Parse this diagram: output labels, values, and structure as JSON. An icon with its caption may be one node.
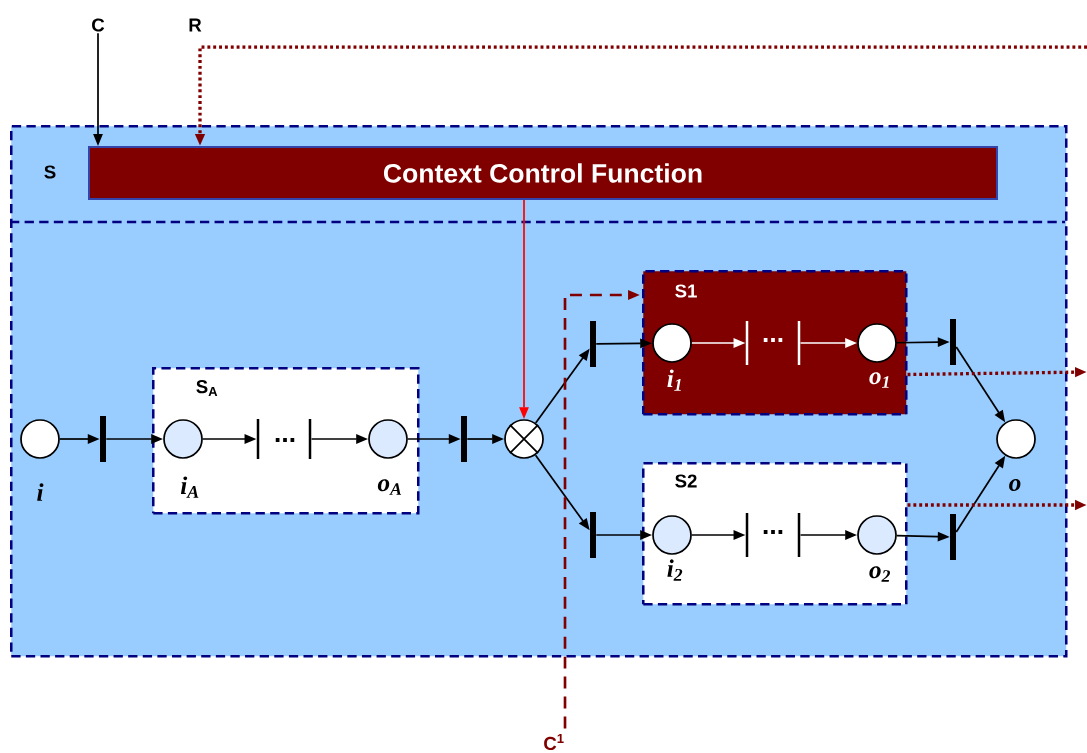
{
  "diagram": {
    "nodes": [
      {
        "text": [
          "S"
        ]
      },
      {
        "text": [
          "Context Control Function"
        ],
        "in": 0
      },
      {
        "text": [
          "S$_{A}$"
        ],
        "in": 0
      },
      {
        "text": [
          "S1"
        ],
        "in": 0
      },
      {
        "text": [
          "S2"
        ],
        "in": 0
      },
      {
        "text": [],
        "shape": "circle",
        "beside": [
          "i"
        ],
        "in": 0
      },
      {
        "text": [],
        "shape": "bar",
        "in": 0
      },
      {
        "text": [],
        "shape": "circle",
        "beside": [
          "i$_{A}$"
        ],
        "in": 2
      },
      {
        "text": [],
        "shape": "bar",
        "in": 2
      },
      {
        "text": [],
        "shape": "bar",
        "in": 2
      },
      {
        "text": [],
        "shape": "circle",
        "beside": [
          "o$_{A}$"
        ],
        "in": 2
      },
      {
        "text": [],
        "shape": "bar",
        "in": 0
      },
      {
        "text": [],
        "shape": "circle",
        "in": 0
      },
      {
        "text": [],
        "shape": "bar",
        "in": 0
      },
      {
        "text": [],
        "shape": "bar",
        "in": 0
      },
      {
        "text": [],
        "shape": "circle",
        "beside": [
          "i$_{1}$"
        ],
        "in": 3
      },
      {
        "text": [],
        "shape": "bar",
        "in": 3
      },
      {
        "text": [],
        "shape": "bar",
        "in": 3
      },
      {
        "text": [],
        "shape": "circle",
        "beside": [
          "o$_{1}$"
        ],
        "in": 3
      },
      {
        "text": [],
        "shape": "circle",
        "beside": [
          "i$_{2}$"
        ],
        "in": 4
      },
      {
        "text": [],
        "shape": "bar",
        "in": 4
      },
      {
        "text": [],
        "shape": "bar",
        "in": 4
      },
      {
        "text": [],
        "shape": "circle",
        "beside": [
          "o$_{2}$"
        ],
        "in": 4
      },
      {
        "text": [],
        "shape": "bar",
        "in": 0
      },
      {
        "text": [],
        "shape": "bar",
        "in": 0
      },
      {
        "text": [],
        "shape": "circle",
        "beside": [
          "o"
        ],
        "in": 0
      },
      {
        "text": [
          "C"
        ]
      },
      {
        "text": [
          "C$^{1}$"
        ]
      }
    ],
    "edges": [
      {
        "from": 26,
        "to": 1,
        "arrow": "to"
      },
      {
        "from": null,
        "to": 1,
        "arrow": "to",
        "label": "R",
        "style": "dashed",
        "color": "#800000"
      },
      {
        "from": 1,
        "to": 12,
        "arrow": "to",
        "color": "#ff0000"
      },
      {
        "from": 5,
        "to": 6,
        "arrow": "to"
      },
      {
        "from": 6,
        "to": 7,
        "arrow": "to"
      },
      {
        "from": 7,
        "to": 8,
        "arrow": "to"
      },
      {
        "from": 9,
        "to": 10,
        "arrow": "to"
      },
      {
        "from": 10,
        "to": 11,
        "arrow": "to"
      },
      {
        "from": 11,
        "to": 12,
        "arrow": "to"
      },
      {
        "from": 12,
        "to": 13,
        "arrow": "to"
      },
      {
        "from": 12,
        "to": 14,
        "arrow": "to"
      },
      {
        "from": 13,
        "to": 15,
        "arrow": "to"
      },
      {
        "from": 14,
        "to": 19,
        "arrow": "to"
      },
      {
        "from": 15,
        "to": 16,
        "arrow": "to",
        "color": "#ffffff"
      },
      {
        "from": 17,
        "to": 18,
        "arrow": "to",
        "color": "#ffffff"
      },
      {
        "from": 19,
        "to": 20,
        "arrow": "to"
      },
      {
        "from": 21,
        "to": 22,
        "arrow": "to"
      },
      {
        "from": 18,
        "to": 23,
        "arrow": "to"
      },
      {
        "from": 22,
        "to": 24,
        "arrow": "to"
      },
      {
        "from": 23,
        "to": 25,
        "arrow": "to"
      },
      {
        "from": 24,
        "to": 25,
        "arrow": "to"
      },
      {
        "from": 3,
        "to": null,
        "arrow": "to",
        "style": "dashed",
        "color": "#800000"
      },
      {
        "from": 4,
        "to": null,
        "arrow": "to",
        "style": "dashed",
        "color": "#800000"
      },
      {
        "from": 27,
        "to": 3,
        "arrow": "to",
        "style": "dashed",
        "color": "#800000"
      }
    ],
    "labels": [
      "...",
      "...",
      "..."
    ]
  }
}
